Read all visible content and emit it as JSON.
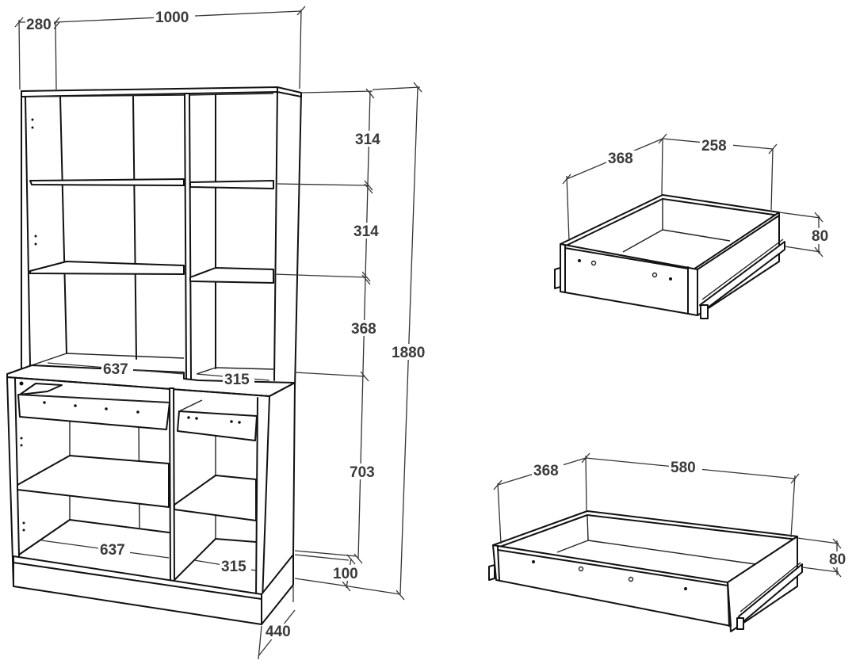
{
  "diagram": {
    "type": "technical furniture drawing",
    "units": "mm",
    "cabinet": {
      "dimensions": {
        "depth_top": "280",
        "width": "1000",
        "height_total": "1880",
        "upper_section_1": "314",
        "upper_section_2": "314",
        "upper_section_3": "368",
        "lower_section": "703",
        "plinth_height": "100",
        "depth_bottom": "440",
        "left_compartment_width_top": "637",
        "right_compartment_width_top": "315",
        "left_compartment_width_bottom": "637",
        "right_compartment_width_bottom": "315"
      }
    },
    "small_drawer": {
      "depth": "368",
      "width": "258",
      "height": "80"
    },
    "large_drawer": {
      "depth": "368",
      "width": "580",
      "height": "80"
    }
  },
  "colors": {
    "line": "#111111",
    "dimension_text": "#3a3a3a",
    "background": "#ffffff"
  }
}
